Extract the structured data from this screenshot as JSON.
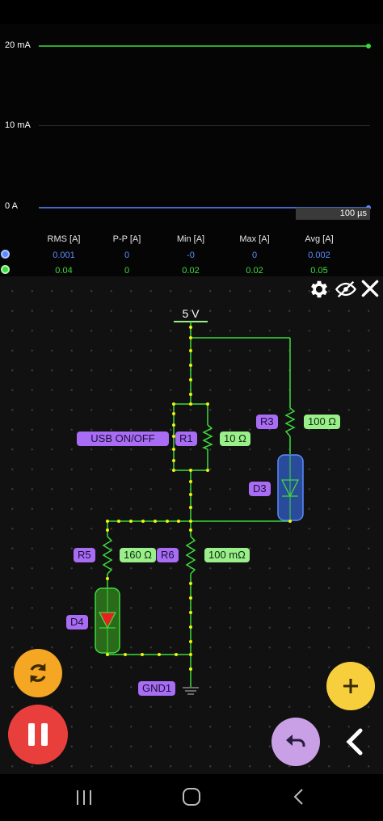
{
  "scope": {
    "y_labels": [
      "20 mA",
      "10 mA",
      "0 A"
    ],
    "time_scale": "100 µs"
  },
  "stats": {
    "headers": [
      "RMS [A]",
      "P-P [A]",
      "Min [A]",
      "Max [A]",
      "Avg [A]"
    ],
    "rows": [
      {
        "values": [
          "0.001",
          "0",
          "-0",
          "0",
          "0.002"
        ],
        "color": "#5b8cff"
      },
      {
        "values": [
          "0.04",
          "0",
          "0.02",
          "0.02",
          "0.05"
        ],
        "color": "#3cdc3c"
      }
    ]
  },
  "toolbar": {
    "settings_icon": "gear-icon",
    "visibility_icon": "eye-off-icon",
    "close_icon": "close-icon"
  },
  "circuit": {
    "supply": "5 V",
    "switch_label": "USB ON/OFF",
    "r1_label": "R1",
    "r1_value": "10 Ω",
    "r3_label": "R3",
    "r3_value": "100 Ω",
    "d3_label": "D3",
    "r5_label": "R5",
    "r5_value": "160 Ω",
    "r6_label": "R6",
    "r6_value": "100 mΩ",
    "d4_label": "D4",
    "ground": "GND1"
  },
  "buttons": {
    "reset_icon": "refresh-icon",
    "pause_icon": "pause-icon",
    "undo_icon": "undo-icon",
    "add_icon": "plus-icon",
    "back_icon": "chevron-left-icon"
  },
  "colors": {
    "wire_green": "#3cdc3c",
    "node_yellow": "#f2f20a",
    "blue_trace": "#5b8cff",
    "purple_tag": "#a86cf5",
    "green_tag": "#9aef8a",
    "pause_red": "#e93f3c",
    "reset_orange": "#f5a623",
    "add_yellow": "#f7cf3c",
    "undo_lilac": "#c9a0e6"
  }
}
